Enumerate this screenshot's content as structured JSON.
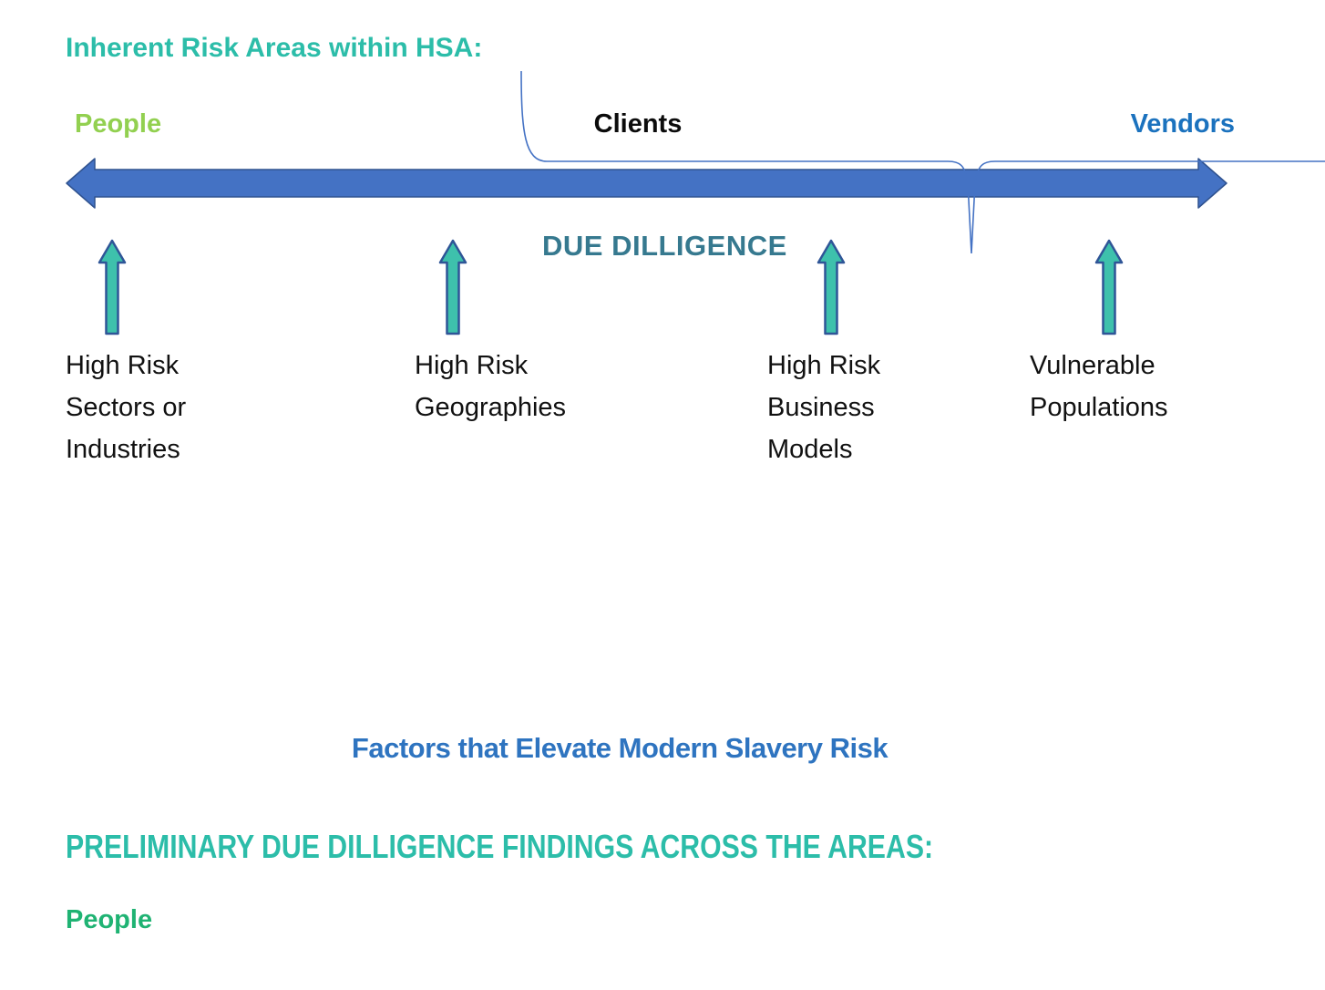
{
  "title": "Inherent Risk Areas within HSA:",
  "timeline": {
    "people_label": "People",
    "clients_label": "Clients",
    "vendors_label": "Vendors",
    "axis_caption": "DUE DILLIGENCE"
  },
  "risk_factors": [
    {
      "name": "high-risk-sectors-or-industries",
      "lines": [
        "High Risk",
        "Sectors or",
        "Industries"
      ]
    },
    {
      "name": "high-risk-geographies",
      "lines": [
        "High Risk",
        "Geographies"
      ]
    },
    {
      "name": "high-risk-business-models",
      "lines": [
        "High Risk",
        "Business",
        "Models"
      ]
    },
    {
      "name": "vulnerable-populations",
      "lines": [
        "Vulnerable",
        "Populations"
      ]
    }
  ],
  "caption": "Factors that Elevate Modern Slavery Risk",
  "findings": {
    "heading": "PRELIMINARY DUE DILLIGENCE FINDINGS ACROSS THE AREAS:",
    "first_section_label": "People"
  },
  "icons": {
    "timeline_arrow": "left-right-arrow",
    "factor_pointer": "up-arrow",
    "clients_vendors_divider": "curly-brace-connector"
  },
  "colors": {
    "teal_heading": "#2CBDA9",
    "slate_teal_caption": "#36798F",
    "light_green_people": "#92D050",
    "emerald_green_people": "#1FB373",
    "vendors_blue": "#1B72BE",
    "caption_blue": "#2E74C0",
    "timeline_arrow_fill": "#4472C4",
    "timeline_arrow_stroke": "#2F528F",
    "up_arrow_fill": "#3EC1AC",
    "up_arrow_stroke": "#2F5597",
    "body_text": "#111111"
  }
}
